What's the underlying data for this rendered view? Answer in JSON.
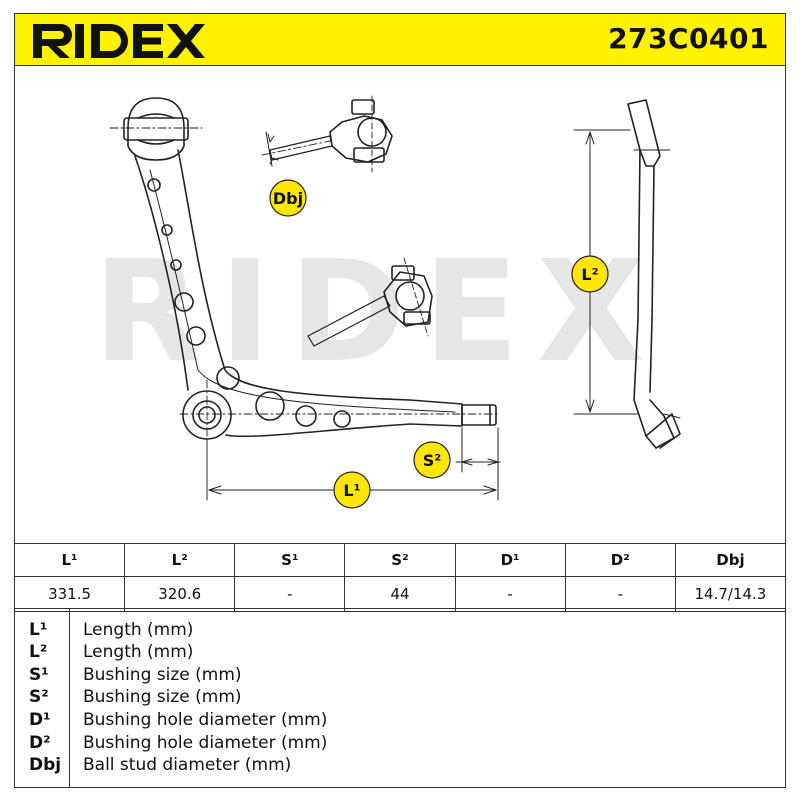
{
  "header": {
    "brand": "RIDEX",
    "part_number": "273C0401"
  },
  "watermark": "RIDEX",
  "colors": {
    "header_bg": "#FFF200",
    "badge_bg": "#FFE600",
    "line": "#222222",
    "watermark": "#E6E6E6"
  },
  "diagram_labels": {
    "dbj": "Dbj",
    "l2": "L²",
    "s2": "S²",
    "l1": "L¹"
  },
  "table": {
    "headers": [
      "L¹",
      "L²",
      "S¹",
      "S²",
      "D¹",
      "D²",
      "Dbj"
    ],
    "values": [
      "331.5",
      "320.6",
      "-",
      "44",
      "-",
      "-",
      "14.7/14.3"
    ]
  },
  "legend": [
    {
      "symbol": "L¹",
      "description": "Length (mm)"
    },
    {
      "symbol": "L²",
      "description": "Length (mm)"
    },
    {
      "symbol": "S¹",
      "description": "Bushing size (mm)"
    },
    {
      "symbol": "S²",
      "description": "Bushing size (mm)"
    },
    {
      "symbol": "D¹",
      "description": "Bushing hole diameter (mm)"
    },
    {
      "symbol": "D²",
      "description": "Bushing hole diameter (mm)"
    },
    {
      "symbol": "Dbj",
      "description": "Ball stud diameter (mm)"
    }
  ]
}
